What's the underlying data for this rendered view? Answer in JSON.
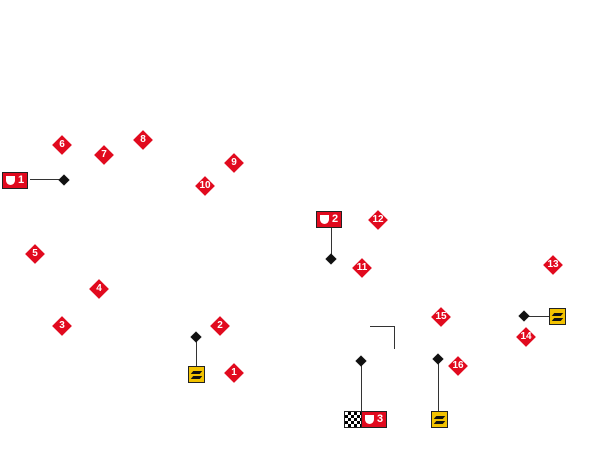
{
  "turns": [
    "1",
    "2",
    "3",
    "4",
    "5",
    "6",
    "7",
    "8",
    "9",
    "10",
    "11",
    "12",
    "13",
    "14",
    "15",
    "16"
  ],
  "sectors": [
    {
      "label": "1"
    },
    {
      "label": "2"
    },
    {
      "label": "3"
    }
  ],
  "colors": {
    "turn": "#e10a1e",
    "drs": "#f2c200",
    "marker": "#111111"
  }
}
